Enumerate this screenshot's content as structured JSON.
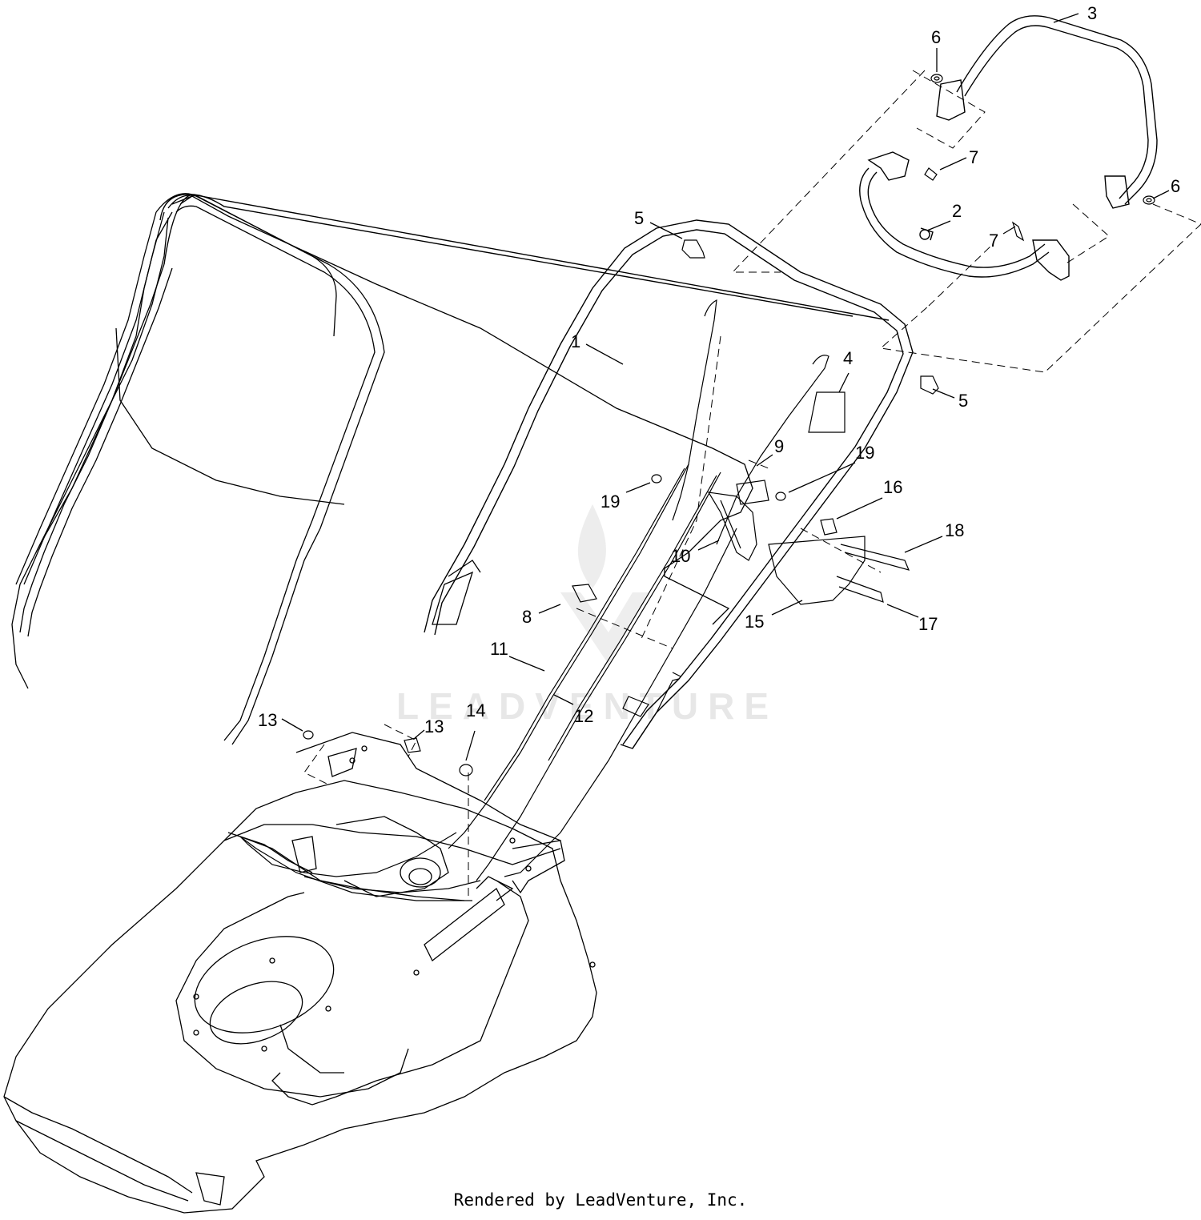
{
  "diagram": {
    "callouts": [
      "1",
      "2",
      "3",
      "4",
      "5",
      "5",
      "6",
      "6",
      "7",
      "7",
      "8",
      "9",
      "10",
      "11",
      "12",
      "13",
      "13",
      "14",
      "15",
      "16",
      "17",
      "18",
      "19",
      "19"
    ]
  },
  "watermark": {
    "text": "LEADVENTURE"
  },
  "footer": {
    "text": "Rendered by LeadVenture, Inc."
  },
  "colors": {
    "line": "#000000",
    "background": "#ffffff",
    "watermark": "#d4d4d4"
  }
}
